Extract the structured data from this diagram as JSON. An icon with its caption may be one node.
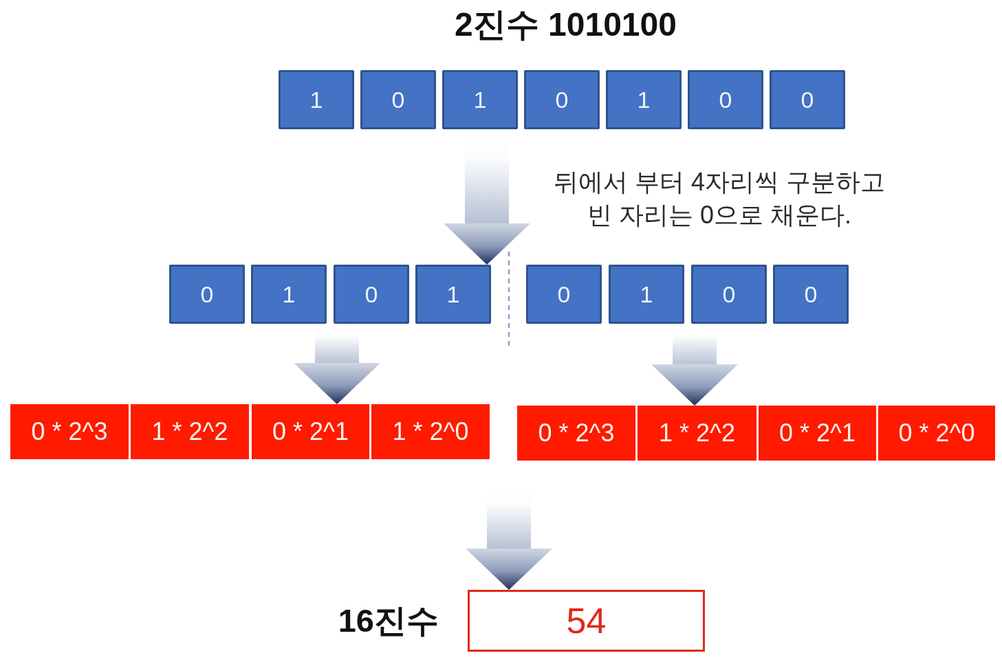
{
  "diagram": {
    "title": "2진수 1010100",
    "nodes": [
      {
        "text": [
          "1"
        ]
      },
      {
        "text": [
          "0"
        ]
      },
      {
        "text": [
          "1"
        ]
      },
      {
        "text": [
          "0"
        ]
      },
      {
        "text": [
          "1"
        ]
      },
      {
        "text": [
          "0"
        ]
      },
      {
        "text": [
          "0"
        ]
      },
      {
        "text": [
          "0"
        ]
      },
      {
        "text": [
          "1"
        ]
      },
      {
        "text": [
          "0"
        ]
      },
      {
        "text": [
          "1"
        ]
      },
      {
        "text": [
          "0"
        ]
      },
      {
        "text": [
          "1"
        ]
      },
      {
        "text": [
          "0"
        ]
      },
      {
        "text": [
          "0"
        ]
      },
      {
        "text": [
          "0 * 2^3"
        ]
      },
      {
        "text": [
          "1 * 2^2"
        ]
      },
      {
        "text": [
          "0 * 2^1"
        ]
      },
      {
        "text": [
          "1 * 2^0"
        ]
      },
      {
        "text": [
          "0 * 2^3"
        ]
      },
      {
        "text": [
          "1 * 2^2"
        ]
      },
      {
        "text": [
          "0 * 2^1"
        ]
      },
      {
        "text": [
          "0 * 2^0"
        ]
      },
      {
        "text": [
          "54"
        ],
        "beside": [
          "16진수"
        ]
      }
    ],
    "edges": [
      {
        "from": 2,
        "to": 10,
        "arrow": "to"
      },
      {
        "from": 9,
        "to": 17,
        "arrow": "to"
      },
      {
        "from": 13,
        "to": 20,
        "arrow": "to"
      },
      {
        "from": null,
        "to": 23,
        "arrow": "to"
      }
    ],
    "labels": [
      "뒤에서 부터 4자리씩 구분하고 빈 자리는 0으로 채운다."
    ]
  }
}
